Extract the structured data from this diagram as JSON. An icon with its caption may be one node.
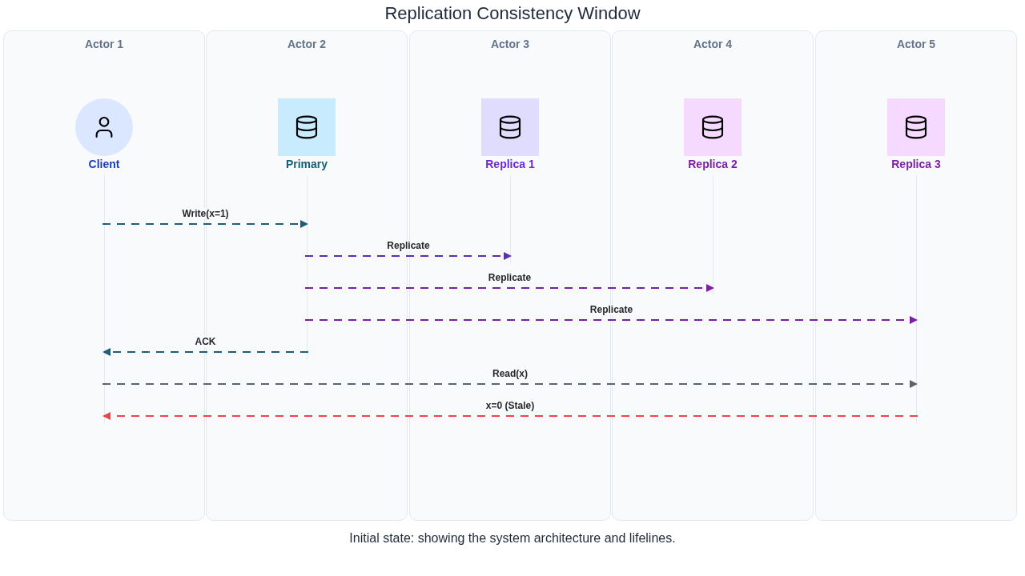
{
  "diagram": {
    "title": "Replication Consistency Window",
    "caption": "Initial state: showing the system architecture and lifelines.",
    "nodes": [
      {
        "text": [
          "Actor 1"
        ]
      },
      {
        "text": [
          "Actor 2"
        ]
      },
      {
        "text": [
          "Actor 3"
        ]
      },
      {
        "text": [
          "Actor 4"
        ]
      },
      {
        "text": [
          "Actor 5"
        ]
      },
      {
        "text": [
          "Client"
        ],
        "in": 0
      },
      {
        "text": [
          "Primary"
        ],
        "in": 1
      },
      {
        "text": [
          "Replica 1"
        ],
        "in": 2
      },
      {
        "text": [
          "Replica 2"
        ],
        "in": 3
      },
      {
        "text": [
          "Replica 3"
        ],
        "in": 4
      }
    ],
    "edges": [
      {
        "from": 5,
        "to": 6,
        "arrow": "to",
        "label": "Write(x=1)",
        "style": "dashed",
        "color": "#1b5e7b"
      },
      {
        "from": 6,
        "to": 7,
        "arrow": "to",
        "label": "Replicate",
        "style": "dashed",
        "color": "#5b2db3"
      },
      {
        "from": 6,
        "to": 8,
        "arrow": "to",
        "label": "Replicate",
        "style": "dashed",
        "color": "#7b1fa2"
      },
      {
        "from": 6,
        "to": 9,
        "arrow": "to",
        "label": "Replicate",
        "style": "dashed",
        "color": "#7b1fa2"
      },
      {
        "from": 6,
        "to": 5,
        "arrow": "to",
        "label": "ACK",
        "style": "dashed",
        "color": "#1b5e7b"
      },
      {
        "from": 5,
        "to": 9,
        "arrow": "to",
        "label": "Read(x)",
        "style": "dashed",
        "color": "#5b6270"
      },
      {
        "from": 9,
        "to": 5,
        "arrow": "to",
        "label": "x=0 (Stale)",
        "style": "dashed",
        "color": "#ef4444"
      }
    ]
  }
}
